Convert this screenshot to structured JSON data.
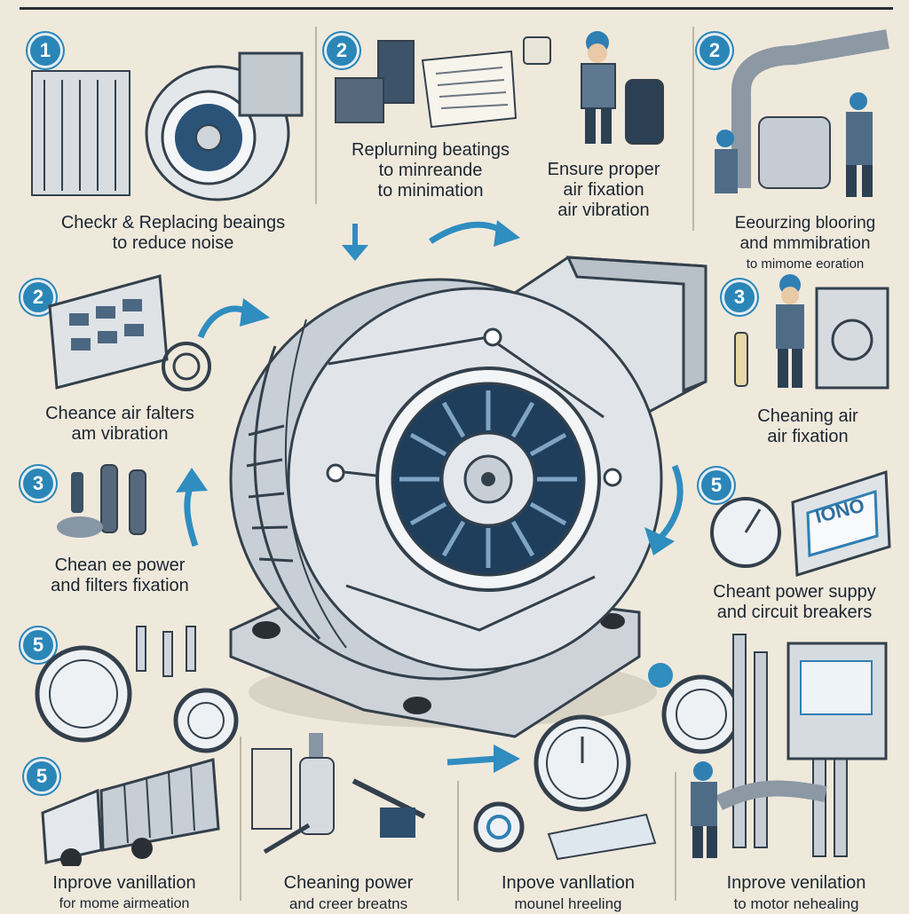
{
  "steps": [
    {
      "badge": "1",
      "lines": [
        "Checkr & Replacing beaings",
        "to reduce noise"
      ]
    },
    {
      "badge": "2",
      "lines": [
        "Replurning beatings",
        "to minreande",
        "to minimation"
      ]
    },
    {
      "badge": "",
      "lines": [
        "Ensure proper",
        "air fixation",
        "air vibration"
      ]
    },
    {
      "badge": "2",
      "lines": [
        "Eeourzing blooring",
        "and mmmibration",
        "to mimome eoration"
      ]
    },
    {
      "badge": "2",
      "lines": [
        "Cheance air falters",
        "am vibration"
      ]
    },
    {
      "badge": "3",
      "lines": [
        "Cheaning air",
        "air fixation"
      ]
    },
    {
      "badge": "3",
      "lines": [
        "Chean ee power",
        "and filters fixation"
      ]
    },
    {
      "badge": "5",
      "lines": [
        "Cheant power suppy",
        "and circuit breakers"
      ]
    },
    {
      "badge": "5",
      "lines": []
    },
    {
      "badge": "5",
      "lines": [
        "Inprove vanillation",
        "for mome airmeation"
      ]
    },
    {
      "badge": "",
      "lines": [
        "Cheaning power",
        "and creer breatns"
      ]
    },
    {
      "badge": "",
      "lines": [
        "Inpove vanllation",
        "mounel hreeling"
      ]
    },
    {
      "badge": "",
      "lines": [
        "Inprove venilation",
        "to motor nehealing"
      ]
    }
  ],
  "panel_text": "IONO",
  "icons": {
    "blower": "centrifugal-blower-icon",
    "arrow": "flow-arrow-icon",
    "gauge": "pressure-gauge-icon",
    "worker": "technician-icon"
  },
  "colors": {
    "badge": "#2b86b8",
    "arrow": "#2f8dc0",
    "metal": "#d3d8dd",
    "outline": "#33404c"
  }
}
